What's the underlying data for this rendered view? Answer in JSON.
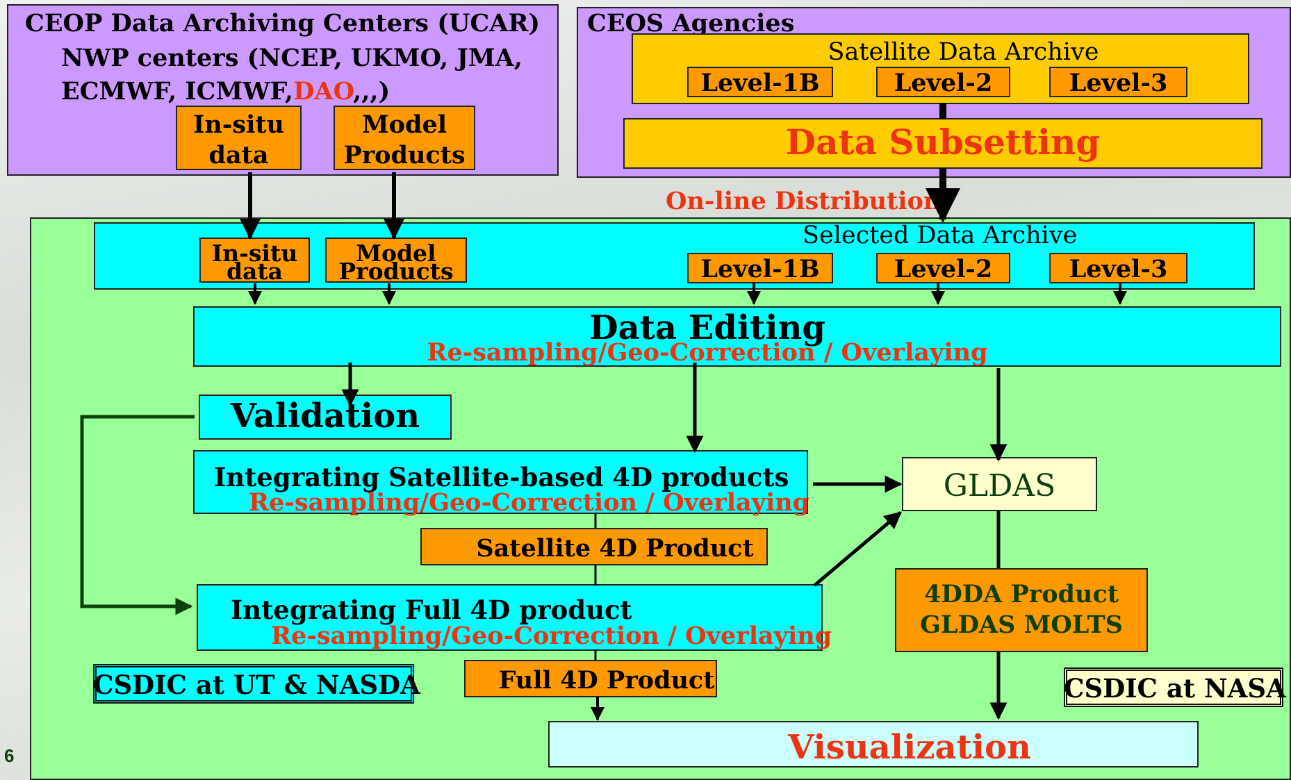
{
  "ceop": {
    "title": "CEOP Data Archiving Centers (UCAR)",
    "nwp_line1": "NWP centers (NCEP, UKMO, JMA,",
    "nwp_line2_prefix": "ECMWF, ICMWF,",
    "nwp_line2_red": "DAO",
    "nwp_line2_suffix": ",,,)",
    "insitu_line1": "In-situ",
    "insitu_line2": "data",
    "model_line1": "Model",
    "model_line2": "Products"
  },
  "ceos": {
    "title": "CEOS Agencies",
    "archive_title": "Satellite Data Archive",
    "level1b": "Level-1B",
    "level2": "Level-2",
    "level3": "Level-3",
    "subsetting": "Data Subsetting"
  },
  "online_distribution": "On-line Distribution",
  "selected": {
    "title": "Selected Data Archive",
    "insitu_line1": "In-situ",
    "insitu_line2": "data",
    "model_line1": "Model",
    "model_line2": "Products",
    "level1b": "Level-1B",
    "level2": "Level-2",
    "level3": "Level-3"
  },
  "editing": {
    "title": "Data Editing",
    "subtitle": "Re-sampling/Geo-Correction / Overlaying"
  },
  "validation": "Validation",
  "sat4d": {
    "title": "Integrating Satellite-based 4D products",
    "subtitle": "Re-sampling/Geo-Correction / Overlaying",
    "product": "Satellite 4D Product"
  },
  "full4d": {
    "title": "Integrating Full 4D product",
    "subtitle": "Re-sampling/Geo-Correction / Overlaying",
    "product": "Full 4D Product"
  },
  "gldas": "GLDAS",
  "fourdda": {
    "line1": "4DDA Product",
    "line2": "GLDAS MOLTS"
  },
  "csdic_ut": "CSDIC at UT & NASDA",
  "csdic_nasa": "CSDIC at NASA",
  "visualization": "Visualization",
  "slide_number": "6",
  "colors": {
    "ceop_panel": "#cc99ff",
    "archive": "#ffcc00",
    "data_box": "#ff9900",
    "process": "#00ffff",
    "csdic_area": "#99ff99",
    "gldas": "#ffffcc",
    "emphasis_red": "#ee3311"
  }
}
